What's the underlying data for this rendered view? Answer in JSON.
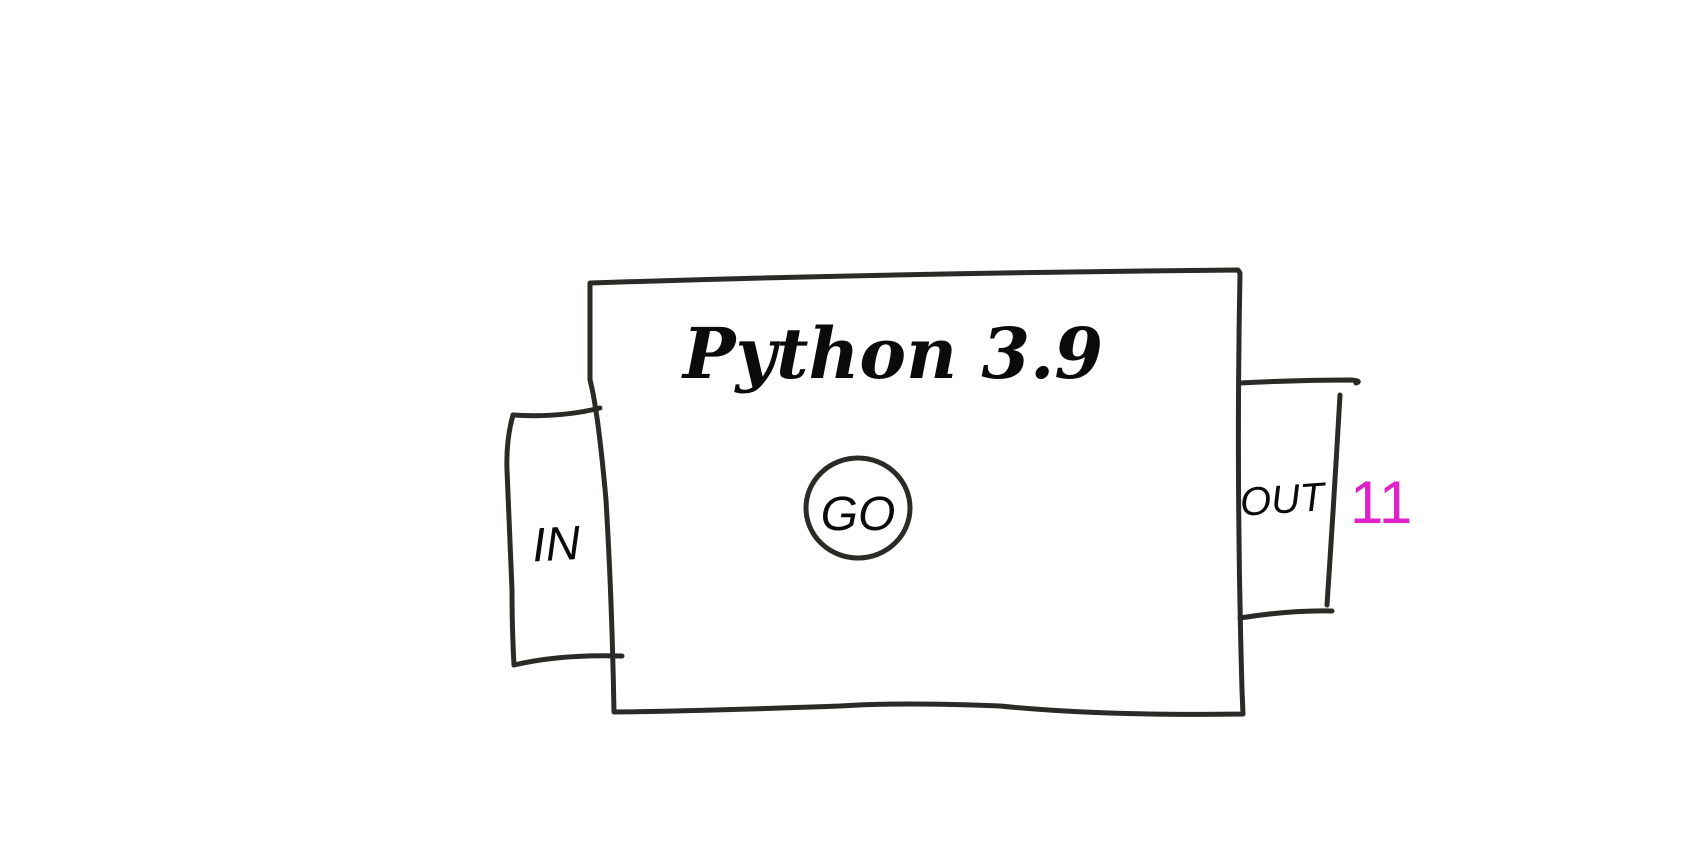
{
  "machine": {
    "title": "Python 3.9",
    "go_label": "GO",
    "input_label": "IN",
    "output_label": "OUT",
    "output_value": "11"
  },
  "colors": {
    "ink": "#2b2a27",
    "output_value": "#e020c8"
  }
}
